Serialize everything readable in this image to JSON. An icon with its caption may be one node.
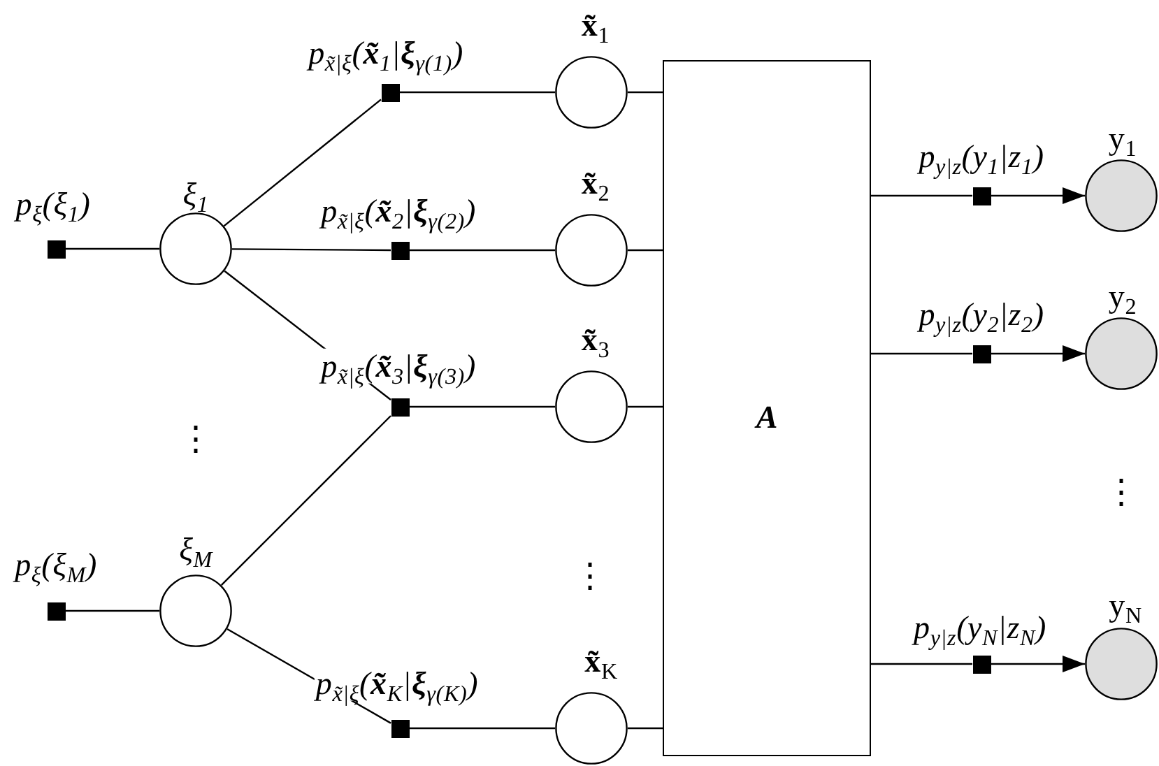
{
  "diagram": {
    "nodes": [
      {
        "text": [],
        "shape": "square",
        "beside": [
          "p$_{ξ}$(ξ$_{1}$)"
        ]
      },
      {
        "text": [],
        "shape": "square",
        "beside": [
          "p$_{ξ}$(ξ$_{M}$)"
        ]
      },
      {
        "text": [],
        "shape": "circle",
        "beside": [
          "ξ$_{1}$"
        ]
      },
      {
        "text": [],
        "shape": "circle",
        "beside": [
          "ξ$_{M}$"
        ]
      },
      {
        "text": [],
        "shape": "square",
        "beside": [
          "p$_{x̃|ξ}$(**x̃**$_{1}$|**ξ**$_{γ(1)}$)"
        ]
      },
      {
        "text": [],
        "shape": "square",
        "beside": [
          "p$_{x̃|ξ}$(**x̃**$_{2}$|**ξ**$_{γ(2)}$)"
        ]
      },
      {
        "text": [],
        "shape": "square",
        "beside": [
          "p$_{x̃|ξ}$(**x̃**$_{3}$|**ξ**$_{γ(3)}$)"
        ]
      },
      {
        "text": [],
        "shape": "square",
        "beside": [
          "p$_{x̃|ξ}$(**x̃**$_{K}$|**ξ**$_{γ(K)}$)"
        ]
      },
      {
        "text": [],
        "shape": "circle",
        "beside": [
          "**x̃**$_{1}$"
        ]
      },
      {
        "text": [],
        "shape": "circle",
        "beside": [
          "**x̃**$_{2}$"
        ]
      },
      {
        "text": [],
        "shape": "circle",
        "beside": [
          "**x̃**$_{3}$"
        ]
      },
      {
        "text": [],
        "shape": "circle",
        "beside": [
          "**x̃**$_{K}$"
        ]
      },
      {
        "text": [
          "A"
        ]
      },
      {
        "text": [],
        "shape": "square",
        "beside": [
          "p$_{y|z}$(y$_{1}$|z$_{1}$)"
        ]
      },
      {
        "text": [],
        "shape": "square",
        "beside": [
          "p$_{y|z}$(y$_{2}$|z$_{2}$)"
        ]
      },
      {
        "text": [],
        "shape": "square",
        "beside": [
          "p$_{y|z}$(y$_{N}$|z$_{N}$)"
        ]
      },
      {
        "text": [],
        "shape": "circle",
        "beside": [
          "y$_{1}$"
        ]
      },
      {
        "text": [],
        "shape": "circle",
        "beside": [
          "y$_{2}$"
        ]
      },
      {
        "text": [],
        "shape": "circle",
        "beside": [
          "y$_{N}$"
        ]
      }
    ],
    "edges": [
      {
        "from": 0,
        "to": 2,
        "arrow": "none"
      },
      {
        "from": 1,
        "to": 3,
        "arrow": "none"
      },
      {
        "from": 2,
        "to": 4,
        "arrow": "none"
      },
      {
        "from": 2,
        "to": 5,
        "arrow": "none"
      },
      {
        "from": 2,
        "to": 6,
        "arrow": "none"
      },
      {
        "from": 3,
        "to": 6,
        "arrow": "none"
      },
      {
        "from": 3,
        "to": 7,
        "arrow": "none"
      },
      {
        "from": 4,
        "to": 8,
        "arrow": "none"
      },
      {
        "from": 5,
        "to": 9,
        "arrow": "none"
      },
      {
        "from": 6,
        "to": 10,
        "arrow": "none"
      },
      {
        "from": 7,
        "to": 11,
        "arrow": "none"
      },
      {
        "from": 8,
        "to": 12,
        "arrow": "none"
      },
      {
        "from": 9,
        "to": 12,
        "arrow": "none"
      },
      {
        "from": 10,
        "to": 12,
        "arrow": "none"
      },
      {
        "from": 11,
        "to": 12,
        "arrow": "none"
      },
      {
        "from": 12,
        "to": 13,
        "arrow": "none"
      },
      {
        "from": 13,
        "to": 16,
        "arrow": "to"
      },
      {
        "from": 12,
        "to": 14,
        "arrow": "none"
      },
      {
        "from": 14,
        "to": 17,
        "arrow": "to"
      },
      {
        "from": 12,
        "to": 15,
        "arrow": "none"
      },
      {
        "from": 15,
        "to": 18,
        "arrow": "to"
      }
    ],
    "labels": [
      "⋮",
      "⋮",
      "⋮"
    ]
  }
}
